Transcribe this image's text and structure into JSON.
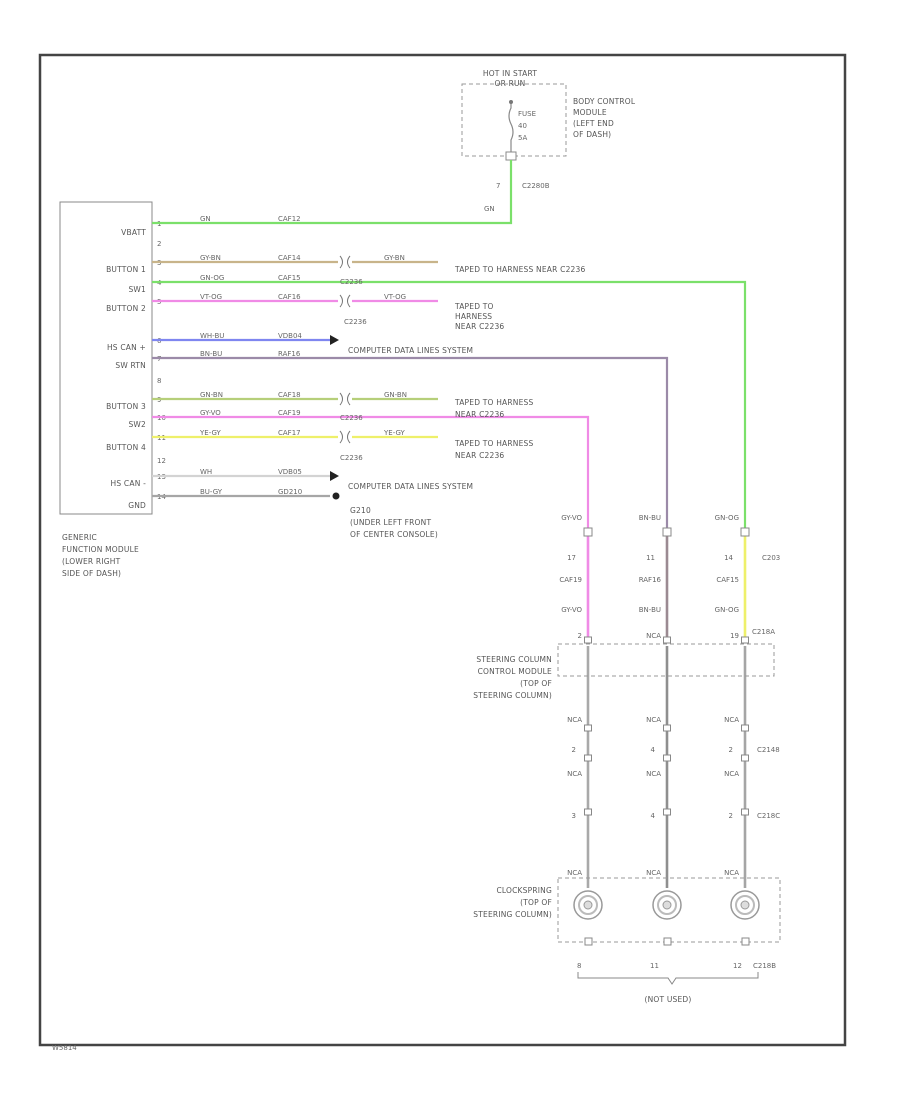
{
  "hot_note": [
    "HOT IN START",
    "OR RUN"
  ],
  "fuse": [
    "FUSE",
    "40",
    "5A"
  ],
  "bcm_label": [
    "BODY CONTROL",
    "MODULE",
    "(LEFT END",
    "OF DASH)"
  ],
  "c2280b": {
    "pin": "7",
    "name": "C2280B",
    "color": "GN"
  },
  "gfm_pins": [
    {
      "name": "VBATT",
      "pin": "1"
    },
    {
      "name": "",
      "pin": "2"
    },
    {
      "name": "BUTTON 1",
      "pin": "3"
    },
    {
      "name": "SW1",
      "pin": "4"
    },
    {
      "name": "BUTTON 2",
      "pin": "5"
    },
    {
      "name": "HS CAN +",
      "pin": "6"
    },
    {
      "name": "SW RTN",
      "pin": "7"
    },
    {
      "name": "",
      "pin": "8"
    },
    {
      "name": "BUTTON 3",
      "pin": "9"
    },
    {
      "name": "SW2",
      "pin": "10"
    },
    {
      "name": "BUTTON 4",
      "pin": "11"
    },
    {
      "name": "",
      "pin": "12"
    },
    {
      "name": "HS CAN -",
      "pin": "13"
    },
    {
      "name": "GND",
      "pin": "14"
    }
  ],
  "gfm_label": [
    "GENERIC",
    "FUNCTION MODULE",
    "(LOWER RIGHT",
    "SIDE OF DASH)"
  ],
  "wires": [
    {
      "color_code": "GN",
      "circuit": "CAF12"
    },
    {
      "color_code": "GY-BN",
      "circuit": "CAF14",
      "color_code2": "GY-BN"
    },
    {
      "color_code": "GN-OG",
      "circuit": "CAF15"
    },
    {
      "color_code": "VT-OG",
      "circuit": "CAF16",
      "color_code2": "VT-OG"
    },
    {
      "color_code": "WH-BU",
      "circuit": "VDB04"
    },
    {
      "color_code": "BN-BU",
      "circuit": "RAF16"
    },
    {
      "color_code": "GN-BN",
      "circuit": "CAF18",
      "color_code2": "GN-BN"
    },
    {
      "color_code": "GY-VO",
      "circuit": "CAF19"
    },
    {
      "color_code": "YE-GY",
      "circuit": "CAF17",
      "color_code2": "YE-GY"
    },
    {
      "color_code": "WH",
      "circuit": "VDB05"
    },
    {
      "color_code": "BU-GY",
      "circuit": "GD210"
    }
  ],
  "c2236": "C2236",
  "notes": {
    "taped1": "TAPED TO HARNESS NEAR C2236",
    "taped2": [
      "TAPED TO",
      "HARNESS",
      "NEAR C2236"
    ],
    "cdl1": "COMPUTER DATA LINES SYSTEM",
    "taped3": [
      "TAPED TO HARNESS",
      "NEAR C2236"
    ],
    "taped4": [
      "TAPED TO HARNESS",
      "NEAR C2236"
    ],
    "cdl2": "COMPUTER DATA LINES SYSTEM",
    "g2": [
      "G210",
      "(UNDER LEFT FRONT",
      "OF CENTER CONSOLE)"
    ]
  },
  "right_wires": [
    {
      "top_color": "GY-VO",
      "pin": "17",
      "circuit": "CAF19",
      "bot_color": "GY-VO",
      "sccm_pin": "2",
      "nca1": "NCA",
      "cs_pin": "2",
      "nca2": "NCA",
      "bot_pin": "3",
      "nca3": "NCA"
    },
    {
      "top_color": "BN-BU",
      "pin": "11",
      "circuit": "RAF16",
      "bot_color": "BN-BU",
      "sccm_pin": "NCA",
      "nca1": "NCA",
      "cs_pin": "4",
      "nca2": "NCA",
      "bot_pin": "4",
      "nca3": "NCA"
    },
    {
      "top_color": "GN-OG",
      "pin": "14",
      "circuit": "CAF15",
      "bot_color": "GN-OG",
      "sccm_pin": "19",
      "nca1": "NCA",
      "cs_pin": "2",
      "nca2": "NCA",
      "bot_pin": "2",
      "nca3": "NCA"
    }
  ],
  "c203": "C203",
  "c218a": "C218A",
  "c2148": "C2148",
  "c218c": "C218C",
  "c218b": "C218B",
  "sccm_label": [
    "STEERING COLUMN",
    "CONTROL MODULE",
    "(TOP OF",
    "STEERING COLUMN)"
  ],
  "clock_label": [
    "CLOCKSPRING",
    "(TOP OF",
    "STEERING COLUMN)"
  ],
  "bottom_pins": [
    "8",
    "11",
    "12"
  ],
  "not_used": "(NOT USED)",
  "figure_id": "W5814",
  "colors": {
    "green": "#7be06a",
    "tan": "#c8b48a",
    "pink": "#f08be6",
    "blue": "#7f86f0",
    "brown": "#9b8a92",
    "yellow": "#eef06a",
    "gray": "#cfcfcf",
    "darkgray": "#999999",
    "sc_left": "#a9a9a9",
    "sc_mid": "#999999",
    "sc_right": "#a5a5a5"
  }
}
